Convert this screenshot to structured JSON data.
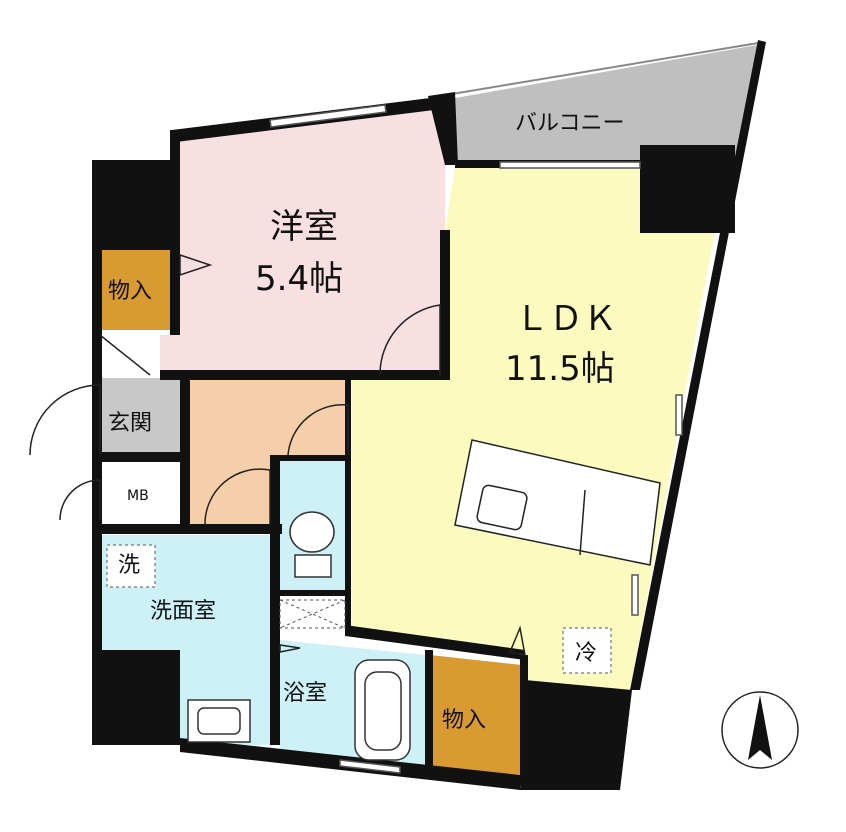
{
  "rooms": {
    "western": {
      "name": "洋室",
      "size": "5.4帖"
    },
    "ldk": {
      "name": "ＬＤＫ",
      "size": "11.5帖"
    },
    "balcony": {
      "name": "バルコニー"
    },
    "storage_top": {
      "name": "物入"
    },
    "storage_bottom": {
      "name": "物入"
    },
    "entrance": {
      "name": "玄関"
    },
    "mb": {
      "name": "MB"
    },
    "washroom": {
      "name": "洗面室"
    },
    "washer": {
      "name": "洗"
    },
    "bathroom": {
      "name": "浴室"
    },
    "fridge": {
      "name": "冷"
    }
  },
  "colors": {
    "wall": "#111111",
    "western": "#f7dfe2",
    "ldk": "#fbfbc0",
    "balcony": "#bfbfbf",
    "storage": "#d99a32",
    "entrance": "#c8c8c8",
    "hall": "#f5cfaa",
    "wet": "#cdf1f6",
    "white": "#ffffff"
  }
}
